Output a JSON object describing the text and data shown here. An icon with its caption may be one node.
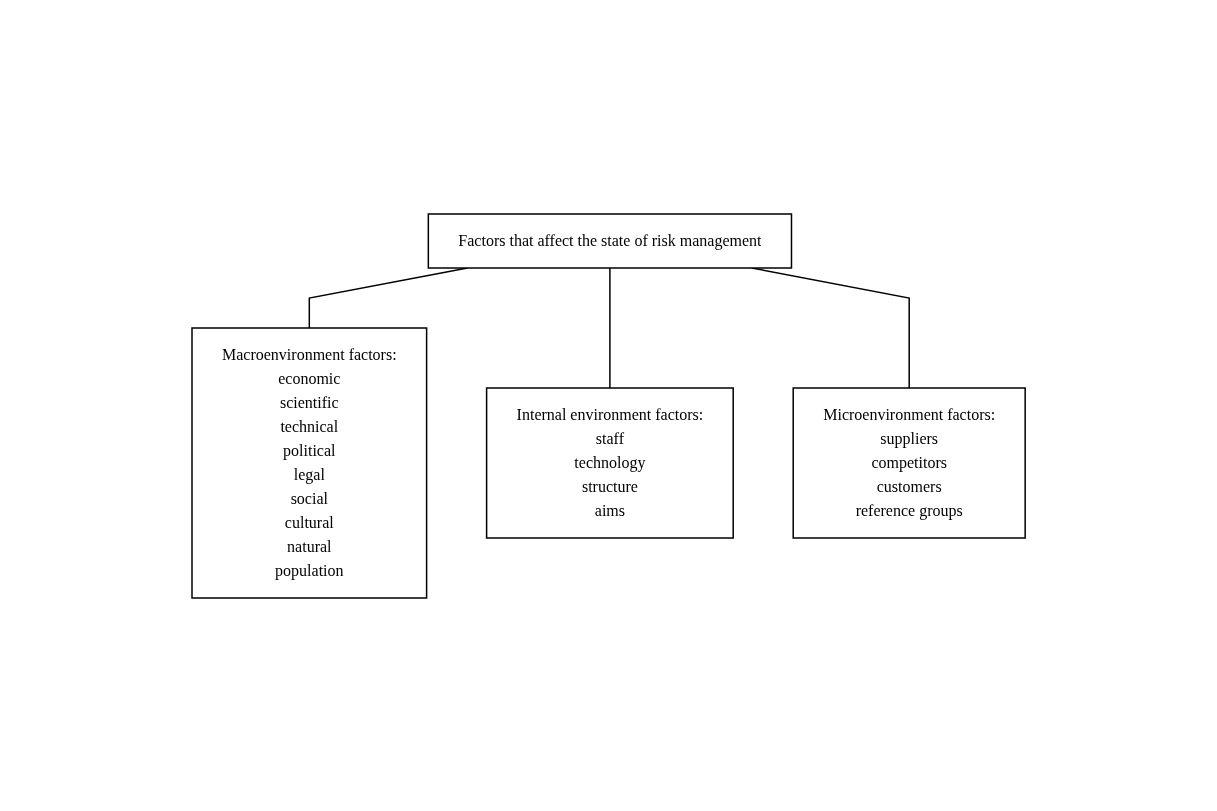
{
  "diagram": {
    "nodes": [
      {
        "text": [
          "Factors that affect the state of risk management"
        ]
      },
      {
        "text": [
          "Macroenvironment factors:",
          "economic",
          "scientific",
          "technical",
          "political",
          "legal",
          "social",
          "cultural",
          "natural",
          "population"
        ]
      },
      {
        "text": [
          "Internal environment factors:",
          "staff",
          "technology",
          "structure",
          "aims"
        ]
      },
      {
        "text": [
          "Microenvironment factors:",
          "suppliers",
          "competitors",
          "customers",
          "reference groups"
        ]
      }
    ],
    "edges": [
      {
        "from": 0,
        "to": 1,
        "arrow": "none"
      },
      {
        "from": 0,
        "to": 2,
        "arrow": "none"
      },
      {
        "from": 0,
        "to": 3,
        "arrow": "none"
      }
    ]
  }
}
